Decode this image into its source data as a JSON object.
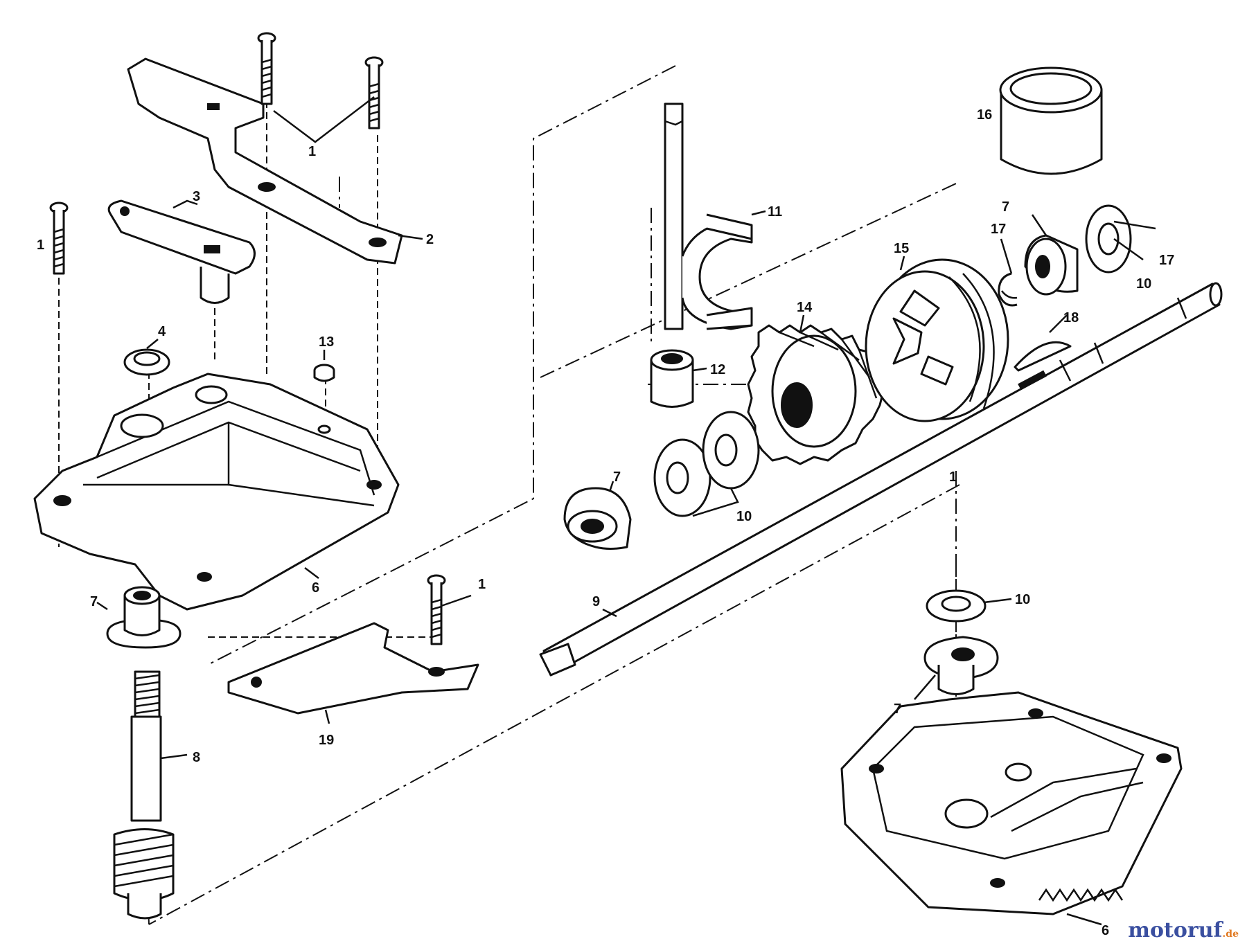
{
  "callouts": {
    "c1a": "1",
    "c1b": "1",
    "c1c": "1",
    "c1d": "1",
    "c2": "2",
    "c3": "3",
    "c4": "4",
    "c6a": "6",
    "c6b": "6",
    "c7a": "7",
    "c7b": "7",
    "c7c": "7",
    "c7d": "7",
    "c8": "8",
    "c9": "9",
    "c10a": "10",
    "c10b": "10",
    "c10c": "10",
    "c11": "11",
    "c12": "12",
    "c13": "13",
    "c14": "14",
    "c15": "15",
    "c16": "16",
    "c17a": "17",
    "c17b": "17",
    "c18": "18",
    "c19": "19"
  },
  "watermark": {
    "main": "motoruf",
    "sub": ".de"
  },
  "colors": {
    "line": "#111111",
    "background": "#ffffff",
    "watermark_main": "#3a4fa0",
    "watermark_sub": "#e07820"
  }
}
